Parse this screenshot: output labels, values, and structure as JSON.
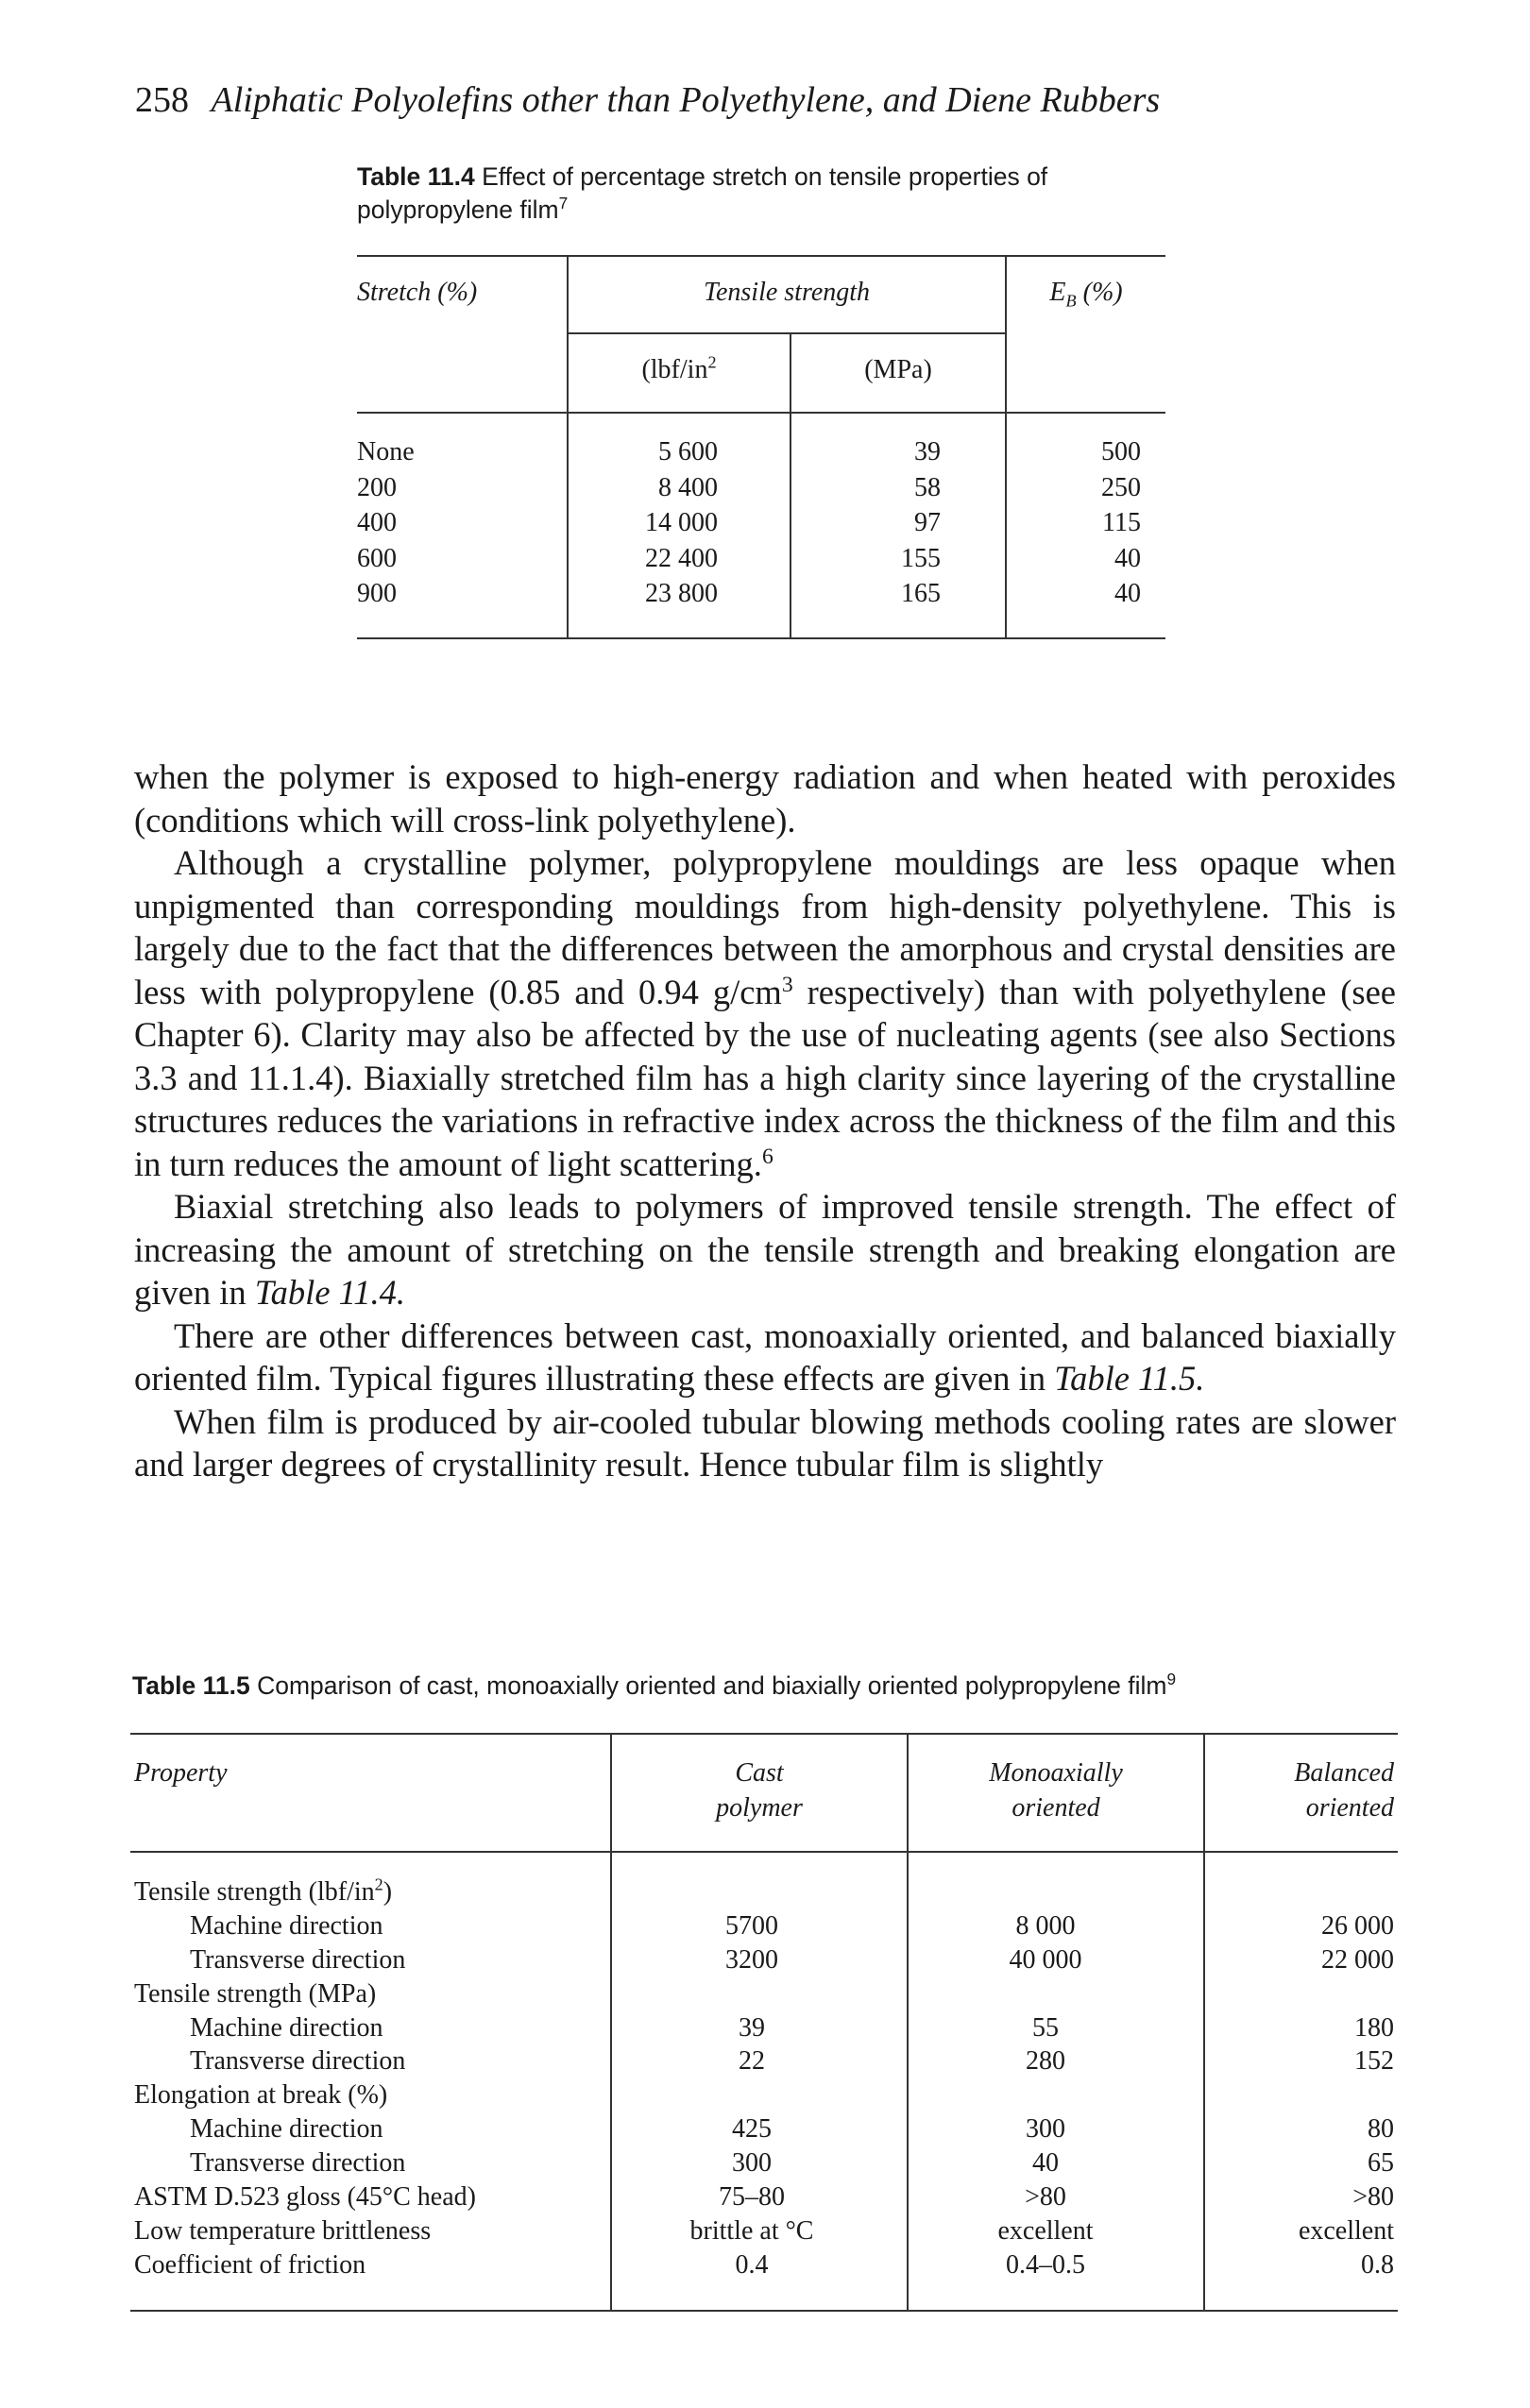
{
  "header": {
    "page_number": "258",
    "running_title": "Aliphatic Polyolefins other than Polyethylene, and Diene Rubbers"
  },
  "table_11_4": {
    "caption_label": "Table 11.4",
    "caption_text_line1": "Effect of percentage stretch on tensile properties of",
    "caption_text_line2": "polypropylene film",
    "caption_ref": "7",
    "headers": {
      "stretch": "Stretch (%)",
      "tensile_strength": "Tensile strength",
      "eb_symbol": "E",
      "eb_sub": "B",
      "eb_unit": " (%)",
      "unit_lbf": "(lbf/in",
      "unit_lbf_sup": "2",
      "unit_mpa": "(MPa)"
    },
    "rows": [
      {
        "stretch": "None",
        "lbf": "5 600",
        "mpa": "39",
        "eb": "500"
      },
      {
        "stretch": "200",
        "lbf": "8 400",
        "mpa": "58",
        "eb": "250"
      },
      {
        "stretch": "400",
        "lbf": "14 000",
        "mpa": "97",
        "eb": "115"
      },
      {
        "stretch": "600",
        "lbf": "22 400",
        "mpa": "155",
        "eb": "40"
      },
      {
        "stretch": "900",
        "lbf": "23 800",
        "mpa": "165",
        "eb": "40"
      }
    ]
  },
  "body": {
    "p1": "when the polymer is exposed to high-energy radiation and when heated with peroxides (conditions which will cross-link polyethylene).",
    "p2_a": "Although a crystalline polymer, polypropylene mouldings are less opaque when unpigmented than corresponding mouldings from high-density polyethylene. This is largely due to the fact that the differences between the amorphous and crystal densities are less with polypropylene (0.85 and 0.94 g/cm",
    "p2_sup": "3",
    "p2_b": " respectively) than with polyethylene (see Chapter 6). Clarity may also be affected by the use of nucleating agents (see also Sections 3.3 and 11.1.4). Biaxially stretched film has a high clarity since layering of the crystalline structures reduces the variations in refractive index across the thickness of the film and this in turn reduces the amount of light scattering.",
    "p2_ref": "6",
    "p3_a": "Biaxial stretching also leads to polymers of improved tensile strength. The effect of increasing the amount of stretching on the tensile strength and breaking elongation are given in ",
    "p3_em": "Table 11.4.",
    "p4_a": "There are other differences between cast, monoaxially oriented, and balanced biaxially oriented film. Typical figures illustrating these effects are given in ",
    "p4_em": "Table 11.5.",
    "p5": "When film is produced by air-cooled tubular blowing methods cooling rates are slower and larger degrees of crystallinity result. Hence tubular film is slightly"
  },
  "table_11_5": {
    "caption_label": "Table 11.5",
    "caption_text": "Comparison of cast, monoaxially oriented and biaxially oriented polypropylene film",
    "caption_ref": "9",
    "headers": {
      "property": "Property",
      "cast_1": "Cast",
      "cast_2": "polymer",
      "mono_1": "Monoaxially",
      "mono_2": "oriented",
      "bal_1": "Balanced",
      "bal_2": "oriented"
    },
    "rows": [
      {
        "label": "Tensile strength (lbf/in",
        "label_sup": "2",
        "label_tail": ")",
        "sub": false,
        "cast": "",
        "mono": "",
        "bal": ""
      },
      {
        "label": "Machine direction",
        "sub": true,
        "cast": "5700",
        "mono": "8 000",
        "bal": "26 000"
      },
      {
        "label": "Transverse direction",
        "sub": true,
        "cast": "3200",
        "mono": "40 000",
        "bal": "22 000"
      },
      {
        "label": "Tensile strength (MPa)",
        "sub": false,
        "cast": "",
        "mono": "",
        "bal": ""
      },
      {
        "label": "Machine direction",
        "sub": true,
        "cast": "39",
        "mono": "55",
        "bal": "180"
      },
      {
        "label": "Transverse direction",
        "sub": true,
        "cast": "22",
        "mono": "280",
        "bal": "152"
      },
      {
        "label": "Elongation at break (%)",
        "sub": false,
        "cast": "",
        "mono": "",
        "bal": ""
      },
      {
        "label": "Machine direction",
        "sub": true,
        "cast": "425",
        "mono": "300",
        "bal": "80"
      },
      {
        "label": "Transverse direction",
        "sub": true,
        "cast": "300",
        "mono": "40",
        "bal": "65"
      },
      {
        "label": "ASTM D.523 gloss (45°C head)",
        "sub": false,
        "cast": "75–80",
        "mono": ">80",
        "bal": ">80"
      },
      {
        "label": "Low temperature brittleness",
        "sub": false,
        "cast": "brittle at °C",
        "mono": "excellent",
        "bal": "excellent"
      },
      {
        "label": "Coefficient of friction",
        "sub": false,
        "cast": "0.4",
        "mono": "0.4–0.5",
        "bal": "0.8"
      }
    ]
  }
}
